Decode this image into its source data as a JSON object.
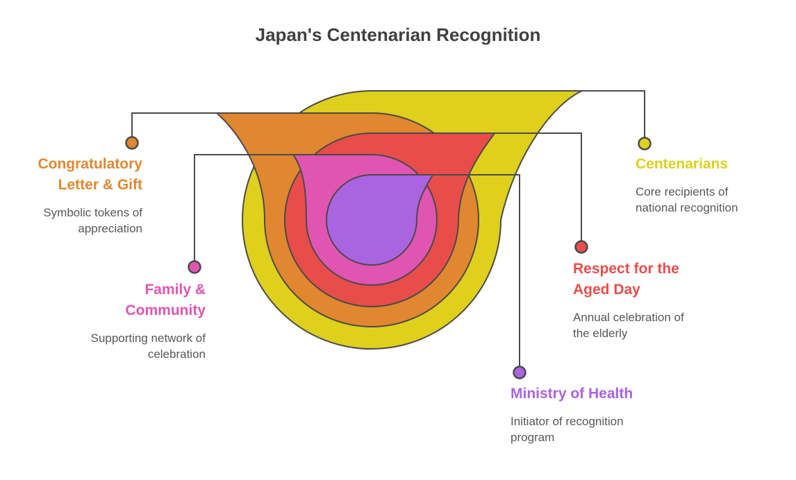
{
  "title": "Japan's Centenarian Recognition",
  "diagram": {
    "outline_color": "#4a4a4a",
    "background_color": "#ffffff",
    "title_color": "#3f4040",
    "description_color": "#57575a"
  },
  "layers": [
    {
      "id": "centenarians",
      "ring": 1,
      "label": "Centenarians",
      "description": "Core recipients of national recognition",
      "color": "#ded01c"
    },
    {
      "id": "congratulatory-letter-gift",
      "ring": 2,
      "label": "Congratulatory Letter & Gift",
      "description": "Symbolic tokens of appreciation",
      "color": "#e0872f"
    },
    {
      "id": "respect-aged-day",
      "ring": 3,
      "label": "Respect for the Aged Day",
      "description": "Annual celebration of the elderly",
      "color": "#e84d4b"
    },
    {
      "id": "family-community",
      "ring": 4,
      "label": "Family & Community",
      "description": "Supporting network of celebration",
      "color": "#e055b2"
    },
    {
      "id": "ministry-of-health",
      "ring": 5,
      "label": "Ministry of Health",
      "description": "Initiator of recognition program",
      "color": "#aa63e1"
    }
  ]
}
